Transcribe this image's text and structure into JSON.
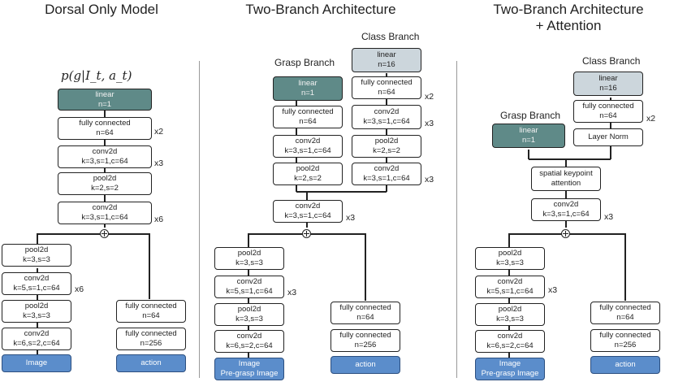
{
  "panels": [
    {
      "title": "Dorsal Only Model",
      "formula": "p(g|I_t, a_t)",
      "head": {
        "line1": "linear",
        "line2": "n=1"
      },
      "upper": [
        {
          "line1": "fully connected",
          "line2": "n=64",
          "repeat": "x2"
        },
        {
          "line1": "conv2d",
          "line2": "k=3,s=1,c=64",
          "repeat": "x3"
        },
        {
          "line1": "pool2d",
          "line2": "k=2,s=2",
          "repeat": ""
        },
        {
          "line1": "conv2d",
          "line2": "k=3,s=1,c=64",
          "repeat": "x6"
        }
      ],
      "image_branch": [
        {
          "line1": "pool2d",
          "line2": "k=3,s=3",
          "repeat": ""
        },
        {
          "line1": "conv2d",
          "line2": "k=5,s=1,c=64",
          "repeat": "x6"
        },
        {
          "line1": "pool2d",
          "line2": "k=3,s=3",
          "repeat": ""
        },
        {
          "line1": "conv2d",
          "line2": "k=6,s=2,c=64",
          "repeat": ""
        }
      ],
      "image_input": "Image",
      "action_branch": [
        {
          "line1": "fully connected",
          "line2": "n=64"
        },
        {
          "line1": "fully connected",
          "line2": "n=256"
        }
      ],
      "action_input": "action"
    },
    {
      "title": "Two-Branch Architecture",
      "grasp_label": "Grasp Branch",
      "class_label": "Class Branch",
      "grasp_head": {
        "line1": "linear",
        "line2": "n=1"
      },
      "grasp": [
        {
          "line1": "fully connected",
          "line2": "n=64"
        },
        {
          "line1": "conv2d",
          "line2": "k=3,s=1,c=64"
        },
        {
          "line1": "pool2d",
          "line2": "k=2,s=2"
        }
      ],
      "class_head": {
        "line1": "linear",
        "line2": "n=16"
      },
      "class": [
        {
          "line1": "fully connected",
          "line2": "n=64",
          "repeat": "x2"
        },
        {
          "line1": "conv2d",
          "line2": "k=3,s=1,c=64",
          "repeat": "x3"
        },
        {
          "line1": "pool2d",
          "line2": "k=2,s=2",
          "repeat": ""
        },
        {
          "line1": "conv2d",
          "line2": "k=3,s=1,c=64",
          "repeat": "x3"
        }
      ],
      "shared": {
        "line1": "conv2d",
        "line2": "k=3,s=1,c=64",
        "repeat": "x3"
      },
      "image_branch": [
        {
          "line1": "pool2d",
          "line2": "k=3,s=3",
          "repeat": ""
        },
        {
          "line1": "conv2d",
          "line2": "k=5,s=1,c=64",
          "repeat": "x3"
        },
        {
          "line1": "pool2d",
          "line2": "k=3,s=3",
          "repeat": ""
        },
        {
          "line1": "conv2d",
          "line2": "k=6,s=2,c=64",
          "repeat": ""
        }
      ],
      "image_input": {
        "line1": "Image",
        "line2": "Pre-grasp Image"
      },
      "action_branch": [
        {
          "line1": "fully connected",
          "line2": "n=64"
        },
        {
          "line1": "fully connected",
          "line2": "n=256"
        }
      ],
      "action_input": "action"
    },
    {
      "title_line1": "Two-Branch Architecture",
      "title_line2": "+ Attention",
      "grasp_label": "Grasp Branch",
      "class_label": "Class Branch",
      "grasp_head": {
        "line1": "linear",
        "line2": "n=1"
      },
      "class_head": {
        "line1": "linear",
        "line2": "n=16"
      },
      "class_fc": {
        "line1": "fully connected",
        "line2": "n=64",
        "repeat": "x2"
      },
      "layer_norm": "Layer Norm",
      "attention": {
        "line1": "spatial keypoint",
        "line2": "attention"
      },
      "shared": {
        "line1": "conv2d",
        "line2": "k=3,s=1,c=64",
        "repeat": "x3"
      },
      "image_branch": [
        {
          "line1": "pool2d",
          "line2": "k=3,s=3",
          "repeat": ""
        },
        {
          "line1": "conv2d",
          "line2": "k=5,s=1,c=64",
          "repeat": "x3"
        },
        {
          "line1": "pool2d",
          "line2": "k=3,s=3",
          "repeat": ""
        },
        {
          "line1": "conv2d",
          "line2": "k=6,s=2,c=64",
          "repeat": ""
        }
      ],
      "image_input": {
        "line1": "Image",
        "line2": "Pre-grasp Image"
      },
      "action_branch": [
        {
          "line1": "fully connected",
          "line2": "n=64"
        },
        {
          "line1": "fully connected",
          "line2": "n=256"
        }
      ],
      "action_input": "action"
    }
  ]
}
